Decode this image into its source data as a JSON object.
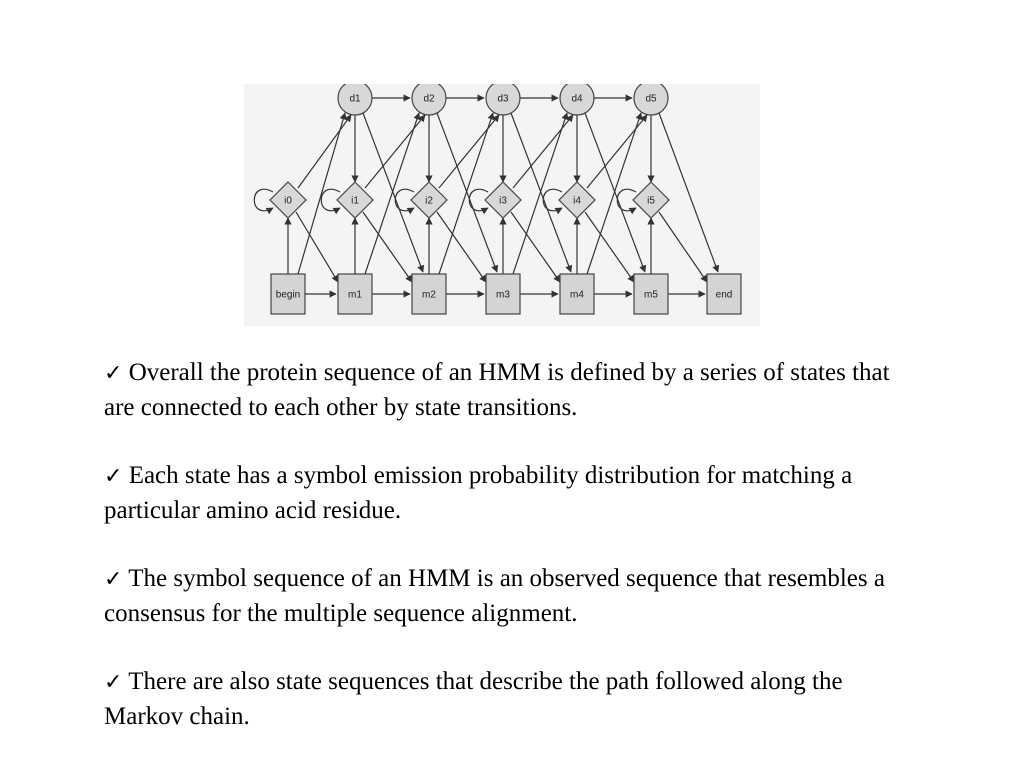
{
  "diagram": {
    "delete_states": [
      "d1",
      "d2",
      "d3",
      "d4",
      "d5"
    ],
    "insert_states": [
      "i0",
      "i1",
      "i2",
      "i3",
      "i4",
      "i5"
    ],
    "match_states": [
      "begin",
      "m1",
      "m2",
      "m3",
      "m4",
      "m5",
      "end"
    ]
  },
  "bullets": [
    {
      "icon": "check-icon",
      "mark": "✓",
      "text": "Overall the protein sequence of an HMM is defined by a series of states that are connected to each other by state transitions."
    },
    {
      "icon": "check-icon",
      "mark": "✓",
      "text": "Each state has a symbol emission probability distribution for matching a particular amino acid residue."
    },
    {
      "icon": "check-icon",
      "mark": "✓",
      "text": "The symbol sequence of an HMM is an observed sequence that resembles a consensus for the multiple sequence alignment."
    },
    {
      "icon": "check-icon",
      "mark": "✓",
      "text": "There are also state sequences that describe the path followed along the Markov chain."
    }
  ]
}
